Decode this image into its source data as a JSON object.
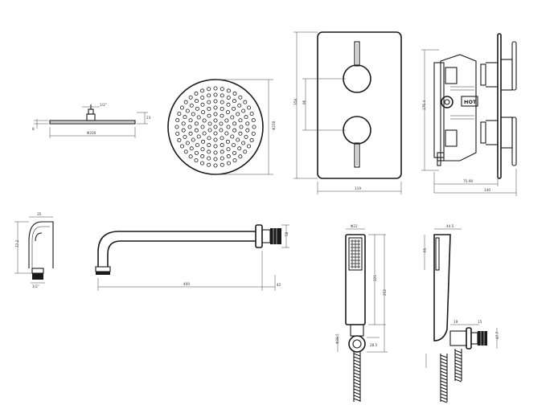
{
  "drawing": {
    "shower_head": {
      "thread_label": "1/2\"",
      "dim_width": "Φ200",
      "dim_height": "8",
      "dim_small": "23"
    },
    "round_head": {
      "dim_diameter": "Φ250"
    },
    "valve_plate": {
      "dim_height": "358",
      "dim_centres": "96",
      "dim_width": "119"
    },
    "valve_body": {
      "hot_label": "HOT",
      "dim_height": "176.4",
      "dim_depth": "75-90",
      "dim_total": "140"
    },
    "wall_flange": {
      "dim_width": "35",
      "dim_height": "77.2",
      "dim_thread": "1/2\""
    },
    "shower_arm": {
      "dim_length": "400",
      "dim_drop": "42",
      "dim_flange": "58"
    },
    "handset_front": {
      "dim_top": "Φ22",
      "dim_length": "221",
      "dim_total": "252",
      "dim_side": "28.5",
      "dim_elbow": "Φ39.5"
    },
    "handset_side": {
      "dim_top": "44.5",
      "dim_height": "65",
      "dim_side_a": "19",
      "dim_side_b": "15",
      "dim_width": "47.7"
    }
  }
}
